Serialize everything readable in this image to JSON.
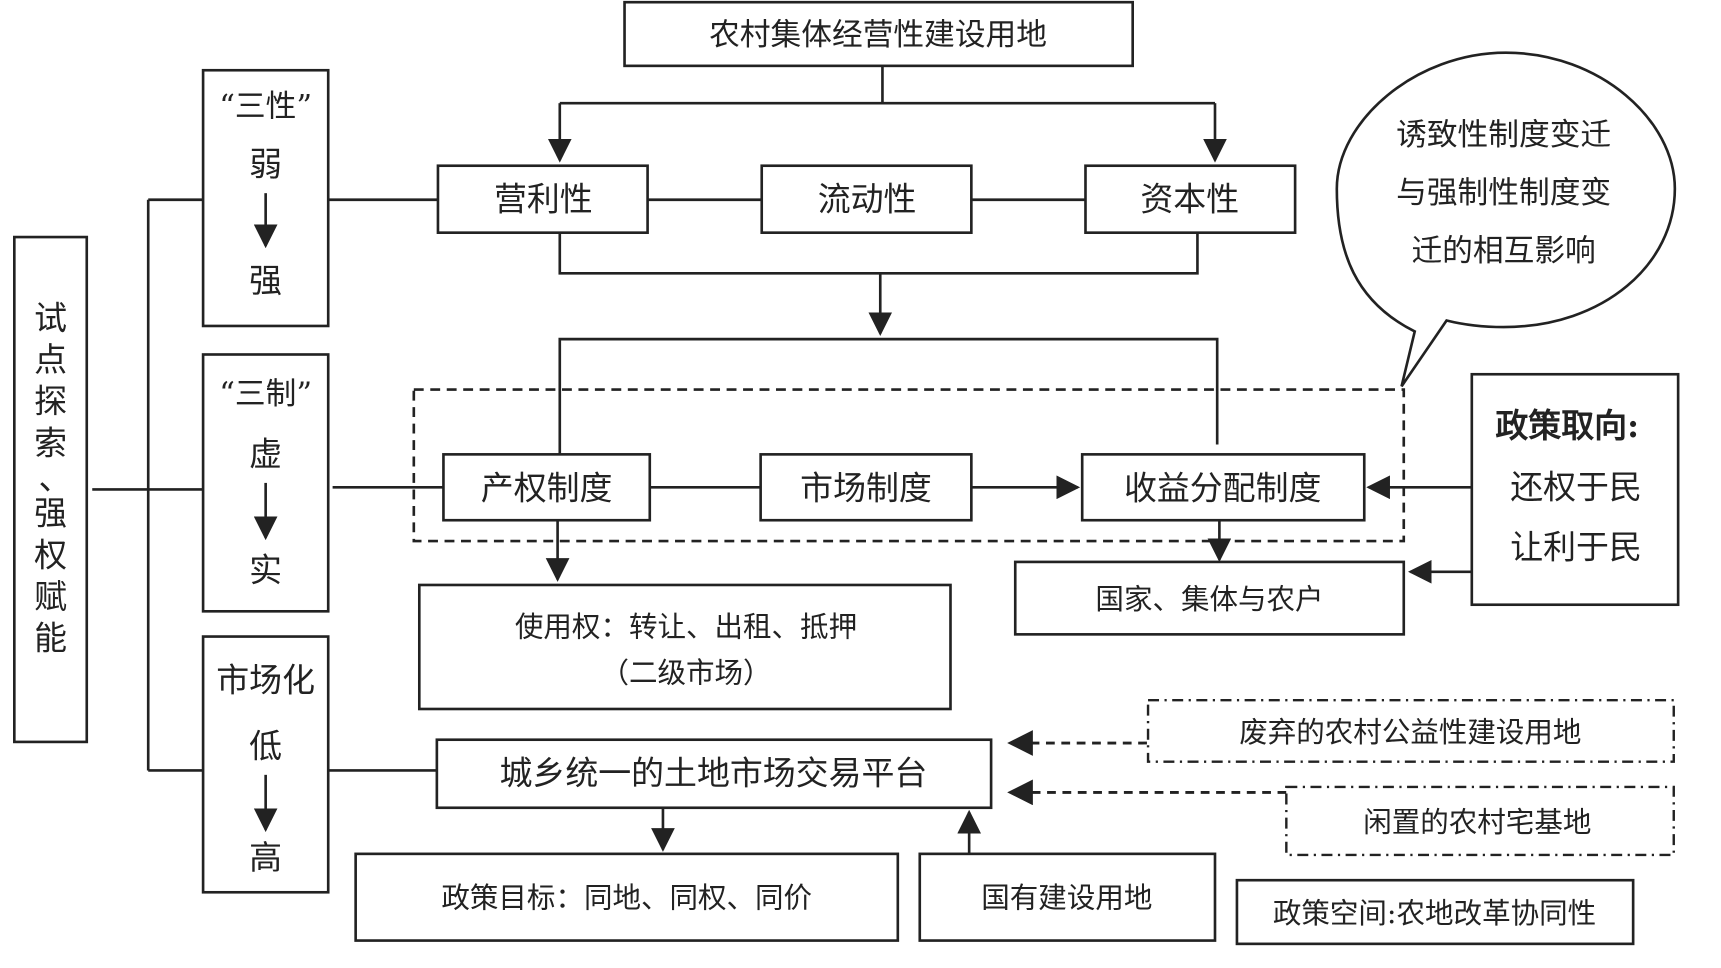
{
  "diagram": {
    "top_box": "农村集体经营性建设用地",
    "left_box": [
      "试",
      "点",
      "探",
      "索",
      "、",
      "强",
      "权",
      "赋",
      "能"
    ],
    "three_properties": {
      "title": "“三性”",
      "from": "弱",
      "to": "强",
      "items": [
        "营利性",
        "流动性",
        "资本性"
      ]
    },
    "three_systems": {
      "title": "“三制”",
      "from": "虚",
      "to": "实",
      "items": [
        "产权制度",
        "市场制度",
        "收益分配制度"
      ]
    },
    "marketization": {
      "title": "市场化",
      "from": "低",
      "to": "高"
    },
    "callout": [
      "诱致性制度变迁",
      "与强制性制度变",
      "迁的相互影响"
    ],
    "policy_orientation": {
      "title": "政策取向:",
      "lines": [
        "还权于民",
        "让利于民"
      ]
    },
    "use_rights": [
      "使用权：转让、出租、抵押",
      "（二级市场）"
    ],
    "stakeholders": "国家、集体与农户",
    "platform": "城乡统一的土地市场交易平台",
    "policy_goal": "政策目标：同地、同权、同价",
    "state_land": "国有建设用地",
    "abandoned_land": "废弃的农村公益性建设用地",
    "idle_homestead": "闲置的农村宅基地",
    "policy_space": "政策空间:农地改革协同性"
  }
}
